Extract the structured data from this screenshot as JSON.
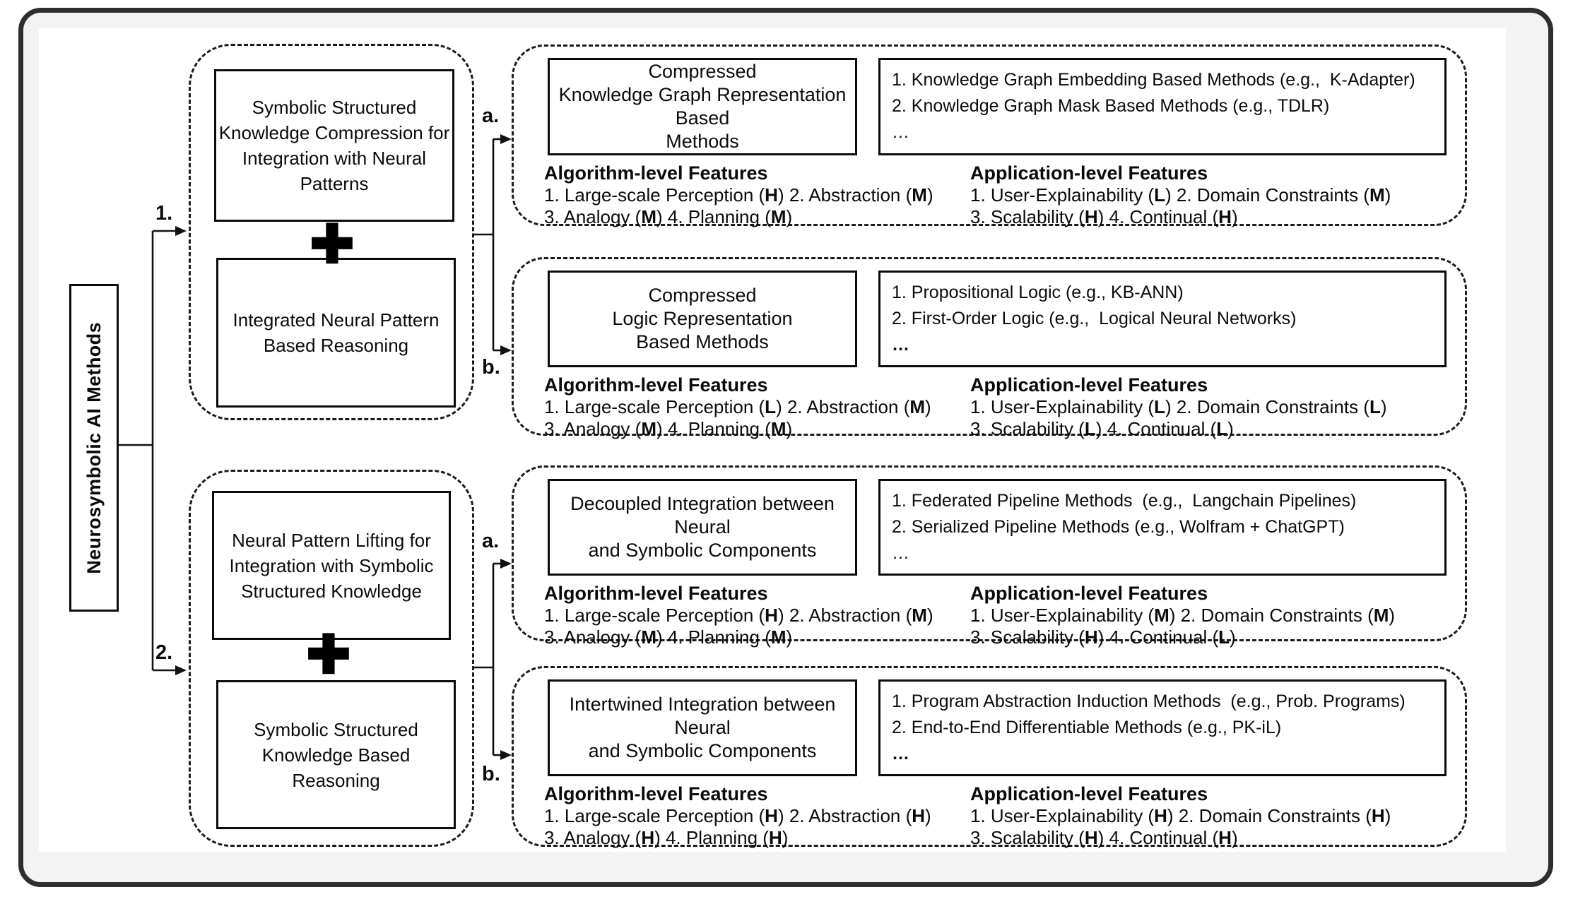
{
  "root": {
    "label": "Neurosymbolic AI Methods"
  },
  "labels": {
    "branch1": "1.",
    "branch2": "2.",
    "sub_a": "a.",
    "sub_b": "b.",
    "plus": "✚"
  },
  "left_groups": [
    {
      "boxes": [
        [
          "Symbolic Structured",
          "Knowledge Compression for",
          "Integration with Neural",
          "Patterns"
        ],
        [
          "Integrated Neural Pattern",
          "Based Reasoning"
        ]
      ]
    },
    {
      "boxes": [
        [
          "Neural Pattern Lifting for",
          "Integration with Symbolic",
          "Structured Knowledge"
        ],
        [
          "Symbolic Structured",
          "Knowledge Based",
          "Reasoning"
        ]
      ]
    }
  ],
  "right_groups": [
    {
      "branch": "a.",
      "title": [
        "Compressed",
        "Knowledge Graph Representation",
        "Based",
        "Methods"
      ],
      "methods": [
        "1. Knowledge Graph Embedding Based Methods (e.g.,  K-Adapter)",
        "2. Knowledge Graph Mask Based Methods (e.g., TDLR)",
        "…"
      ],
      "algorithm": {
        "heading": "Algorithm-level Features",
        "lines": [
          "1. Large-scale Perception (**H**) 2. Abstraction (**M**)",
          "3. Analogy (**M**) 4. Planning (**M**)"
        ]
      },
      "application": {
        "heading": "Application-level Features",
        "lines": [
          "1. User-Explainability (**L**) 2. Domain Constraints (**M**)",
          "3. Scalability (**H**) 4. Continual (**H**)"
        ]
      }
    },
    {
      "branch": "b.",
      "title": [
        "Compressed",
        "Logic Representation",
        "Based Methods"
      ],
      "methods": [
        "1. Propositional Logic (e.g., KB-ANN)",
        "2. First-Order Logic (e.g.,  Logical Neural Networks)",
        "**…**"
      ],
      "algorithm": {
        "heading": "Algorithm-level Features",
        "lines": [
          "1. Large-scale Perception (**L**) 2. Abstraction (**M**)",
          "3. Analogy (**M**) 4. Planning (**M**)"
        ]
      },
      "application": {
        "heading": "Application-level Features",
        "lines": [
          "1. User-Explainability (**L**) 2. Domain Constraints (**L**)",
          "3. Scalability (**L**) 4. Continual (**L**)"
        ]
      }
    },
    {
      "branch": "a.",
      "title": [
        "Decoupled Integration between Neural",
        "and Symbolic Components"
      ],
      "methods": [
        "1. Federated Pipeline Methods  (e.g.,  Langchain Pipelines)",
        "2. Serialized Pipeline Methods (e.g., Wolfram + ChatGPT)",
        "…"
      ],
      "algorithm": {
        "heading": "Algorithm-level Features",
        "lines": [
          "1. Large-scale Perception (**H**) 2. Abstraction (**M**)",
          "3. Analogy (**M**) 4. Planning (**M**)"
        ]
      },
      "application": {
        "heading": "Application-level Features",
        "lines": [
          "1. User-Explainability (**M**) 2. Domain Constraints (**M**)",
          "3. Scalability (**H**) 4. Continual (**L**)"
        ]
      }
    },
    {
      "branch": "b.",
      "title": [
        "Intertwined Integration between Neural",
        "and Symbolic Components"
      ],
      "methods": [
        "1. Program Abstraction Induction Methods  (e.g., Prob. Programs)",
        "2. End-to-End Differentiable Methods (e.g., PK-iL)",
        "**…**"
      ],
      "algorithm": {
        "heading": "Algorithm-level Features",
        "lines": [
          "1. Large-scale Perception (**H**) 2. Abstraction (**H**)",
          "3. Analogy (**H**) 4. Planning (**H**)"
        ]
      },
      "application": {
        "heading": "Application-level Features",
        "lines": [
          "1. User-Explainability (**H**) 2. Domain Constraints (**H**)",
          "3. Scalability (**H**) 4. Continual (**H**)"
        ]
      }
    }
  ]
}
